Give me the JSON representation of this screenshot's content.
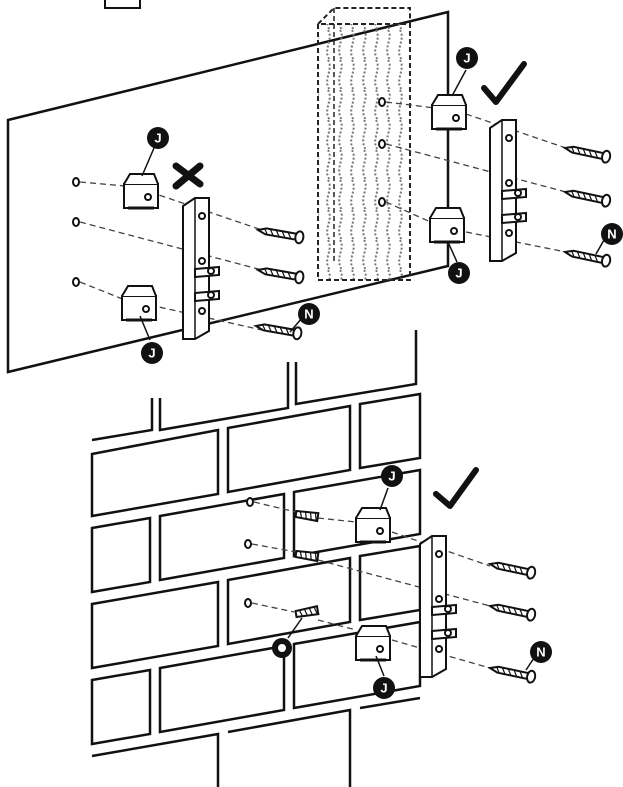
{
  "labels": {
    "wall_bracket": "J",
    "screw": "N",
    "wall_plug": "O"
  },
  "marks": {
    "correct": "check-mark-icon",
    "incorrect": "cross-mark-icon"
  },
  "colors": {
    "line": "#111111",
    "background": "#ffffff"
  }
}
